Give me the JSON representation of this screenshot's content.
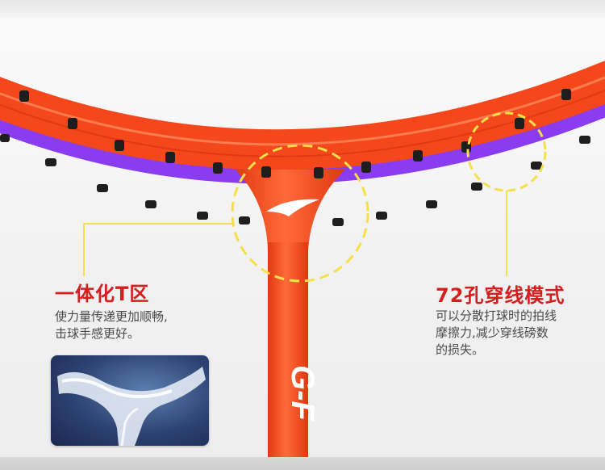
{
  "features": {
    "t_zone": {
      "title": "一体化T区",
      "desc_line1": "使力量传递更加顺畅,",
      "desc_line2": "击球手感更好。"
    },
    "holes": {
      "title": "72孔穿线模式",
      "desc_line1": "可以分散打球时的拍线",
      "desc_line2": "摩擦力,减少穿线磅数",
      "desc_line3": "的损失。"
    }
  },
  "shaft_text": "G-F",
  "colors": {
    "frame": "#f5471c",
    "frame_highlight": "#ff8a5c",
    "accent_purple": "#8a3df0",
    "title_red": "#d51e1e",
    "callout_yellow": "#f5e04a",
    "grommet": "#1e1e1e"
  }
}
